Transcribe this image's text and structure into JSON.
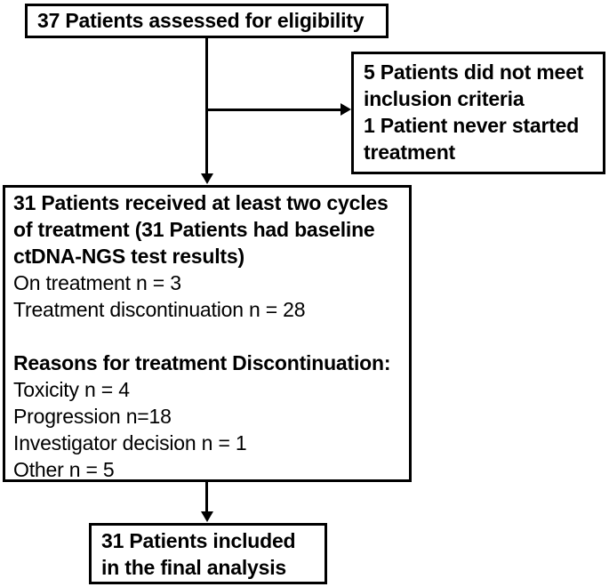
{
  "colors": {
    "background": "#ffffff",
    "line": "#000000",
    "text": "#000000"
  },
  "boxes": {
    "assessed": {
      "lines": [
        "37 Patients assessed for eligibility"
      ]
    },
    "excluded": {
      "lines": [
        "5 Patients did not meet",
        "inclusion criteria",
        "1 Patient never started",
        "treatment"
      ]
    },
    "treated": {
      "lines": [
        "31 Patients received at least two cycles",
        "of treatment (31 Patients had baseline",
        "ctDNA-NGS test results)",
        "On treatment n = 3",
        "Treatment discontinuation n = 28",
        "",
        "Reasons for treatment Discontinuation:",
        "Toxicity n = 4",
        "Progression n=18",
        "Investigator decision n = 1",
        "Other n = 5"
      ]
    },
    "final": {
      "lines": [
        "31 Patients included",
        "in the final analysis"
      ]
    }
  }
}
